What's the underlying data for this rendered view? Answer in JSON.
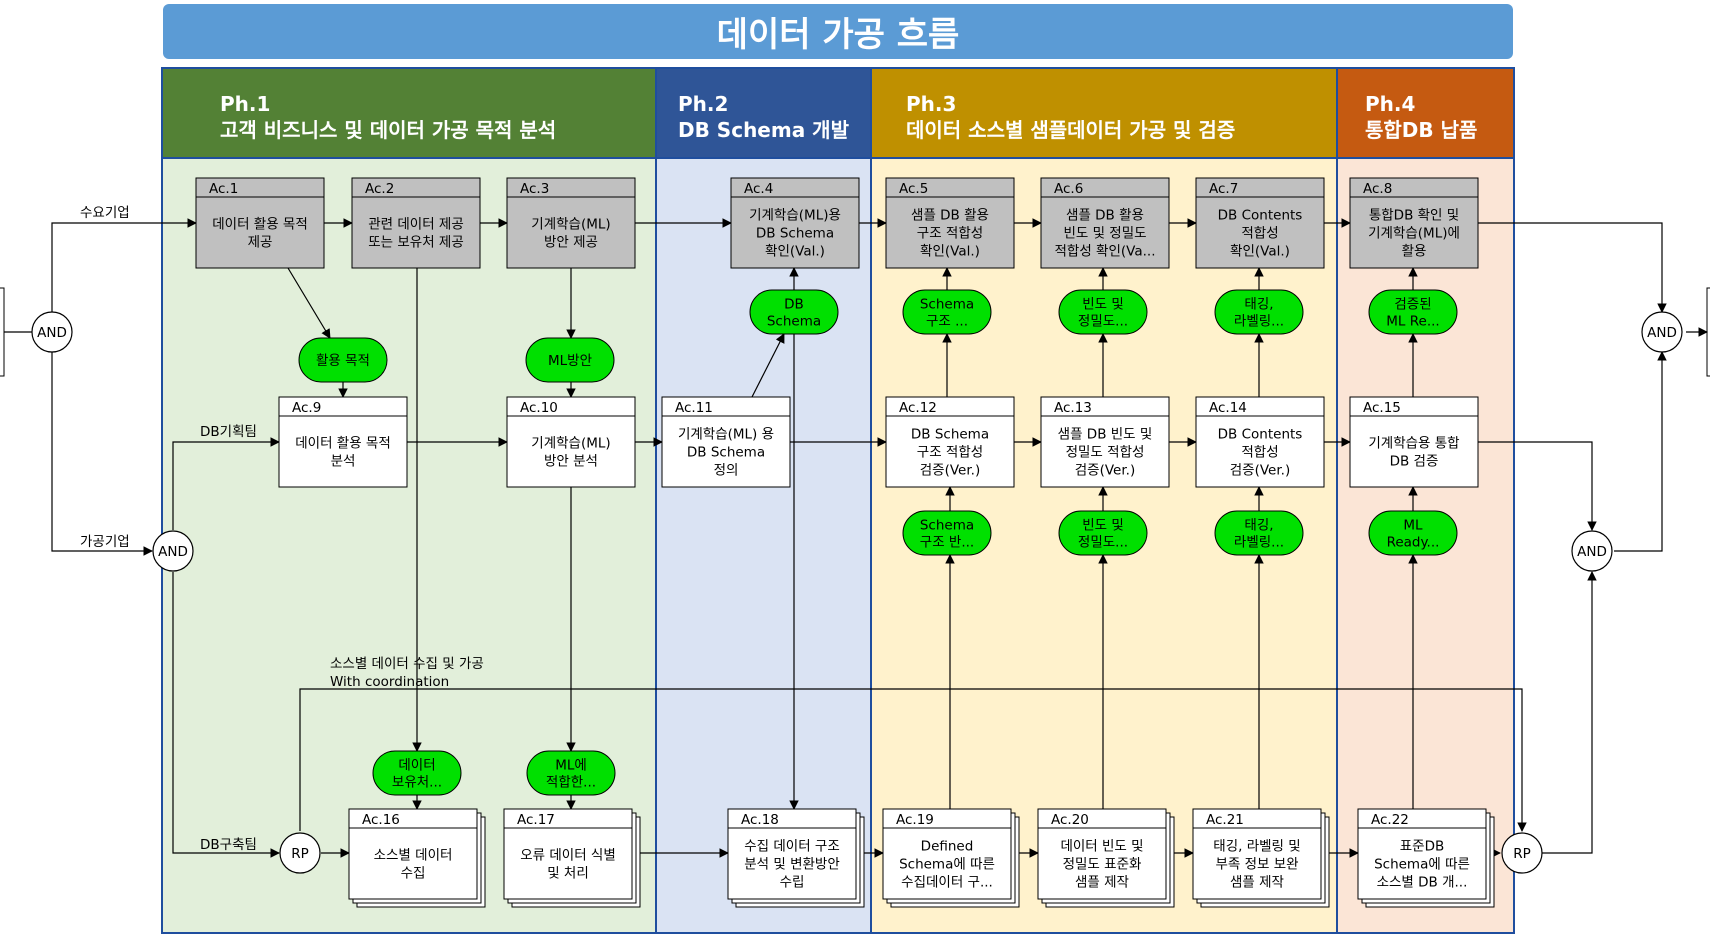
{
  "title": "데이터 가공 흐름",
  "colors": {
    "title_bar": "#5b9bd5",
    "ph1_header": "#538135",
    "ph1_bg": "#e2efda",
    "ph2_header": "#2f5597",
    "ph2_bg": "#dae3f3",
    "ph3_header": "#bf9000",
    "ph3_bg": "#fff2cc",
    "ph4_header": "#c55a11",
    "ph4_bg": "#fbe5d6",
    "product": "#00e000",
    "validation_box": "#c0c0c0",
    "lane_border": "#1f4e9e"
  },
  "phases": [
    {
      "code": "Ph.1",
      "name": "고객 비즈니스 및 데이터 가공 목적 분석"
    },
    {
      "code": "Ph.2",
      "name": "DB Schema 개발"
    },
    {
      "code": "Ph.3",
      "name": "데이터 소스별 샘플데이터 가공 및 검증"
    },
    {
      "code": "Ph.4",
      "name": "통합DB 납품"
    }
  ],
  "roles": {
    "demand": "수요기업",
    "planning": "DB기획팀",
    "processor": "가공기업",
    "build": "DB구축팀"
  },
  "coordination_note": [
    "소스별 데이터 수집 및 가공",
    "With coordination"
  ],
  "gateways": {
    "and": "AND",
    "rp": "RP"
  },
  "activities": [
    {
      "id": "Ac.1",
      "lines": [
        "데이터 활용 목적",
        "제공"
      ]
    },
    {
      "id": "Ac.2",
      "lines": [
        "관련 데이터 제공",
        "또는 보유처 제공"
      ]
    },
    {
      "id": "Ac.3",
      "lines": [
        "기계학습(ML)",
        "방안 제공"
      ]
    },
    {
      "id": "Ac.4",
      "lines": [
        "기계학습(ML)용",
        "DB Schema",
        "확인(Val.)"
      ]
    },
    {
      "id": "Ac.5",
      "lines": [
        "샘플 DB 활용",
        "구조 적합성",
        "확인(Val.)"
      ]
    },
    {
      "id": "Ac.6",
      "lines": [
        "샘플 DB 활용",
        "빈도 및 정밀도",
        "적합성 확인(Va..."
      ]
    },
    {
      "id": "Ac.7",
      "lines": [
        "DB Contents",
        "적합성",
        "확인(Val.)"
      ]
    },
    {
      "id": "Ac.8",
      "lines": [
        "통합DB 확인 및",
        "기계학습(ML)에",
        "활용"
      ]
    },
    {
      "id": "Ac.9",
      "lines": [
        "데이터 활용 목적",
        "분석"
      ]
    },
    {
      "id": "Ac.10",
      "lines": [
        "기계학습(ML)",
        "방안 분석"
      ]
    },
    {
      "id": "Ac.11",
      "lines": [
        "기계학습(ML) 용",
        "DB Schema",
        "정의"
      ]
    },
    {
      "id": "Ac.12",
      "lines": [
        "DB Schema",
        "구조 적합성",
        "검증(Ver.)"
      ]
    },
    {
      "id": "Ac.13",
      "lines": [
        "샘플 DB 빈도 및",
        "정밀도 적합성",
        "검증(Ver.)"
      ]
    },
    {
      "id": "Ac.14",
      "lines": [
        "DB Contents",
        "적합성",
        "검증(Ver.)"
      ]
    },
    {
      "id": "Ac.15",
      "lines": [
        "기계학습용 통합",
        "DB 검증"
      ]
    },
    {
      "id": "Ac.16",
      "lines": [
        "소스별 데이터",
        "수집"
      ]
    },
    {
      "id": "Ac.17",
      "lines": [
        "오류 데이터 식별",
        "및 처리"
      ]
    },
    {
      "id": "Ac.18",
      "lines": [
        "수집 데이터 구조",
        "분석 및 변환방안",
        "수립"
      ]
    },
    {
      "id": "Ac.19",
      "lines": [
        "Defined",
        "Schema에 따른",
        "수집데이터 구..."
      ]
    },
    {
      "id": "Ac.20",
      "lines": [
        "데이터 빈도 및",
        "정밀도 표준화",
        "샘플 제작"
      ]
    },
    {
      "id": "Ac.21",
      "lines": [
        "태깅, 라벨링 및",
        "부족 정보 보완",
        "샘플 제작"
      ]
    },
    {
      "id": "Ac.22",
      "lines": [
        "표준DB",
        "Schema에 따른",
        "소스별 DB 개..."
      ]
    }
  ],
  "products": [
    {
      "key": "p_use",
      "lines": [
        "활용 목적"
      ]
    },
    {
      "key": "p_ml",
      "lines": [
        "ML방안"
      ]
    },
    {
      "key": "p_schema",
      "lines": [
        "DB",
        "Schema"
      ]
    },
    {
      "key": "p_schema_v",
      "lines": [
        "Schema",
        "구조 ..."
      ]
    },
    {
      "key": "p_freq_v",
      "lines": [
        "빈도 및",
        "정밀도..."
      ]
    },
    {
      "key": "p_tag_v",
      "lines": [
        "태깅,",
        "라벨링..."
      ]
    },
    {
      "key": "p_ml_re",
      "lines": [
        "검증된",
        "ML Re..."
      ]
    },
    {
      "key": "p_schema_r",
      "lines": [
        "Schema",
        "구조 반..."
      ]
    },
    {
      "key": "p_freq_r",
      "lines": [
        "빈도 및",
        "정밀도..."
      ]
    },
    {
      "key": "p_tag_r",
      "lines": [
        "태깅,",
        "라벨링..."
      ]
    },
    {
      "key": "p_ml_ready",
      "lines": [
        "ML",
        "Ready..."
      ]
    },
    {
      "key": "p_hold",
      "lines": [
        "데이터",
        "보유처..."
      ]
    },
    {
      "key": "p_fit",
      "lines": [
        "ML에",
        "적합한..."
      ]
    }
  ]
}
